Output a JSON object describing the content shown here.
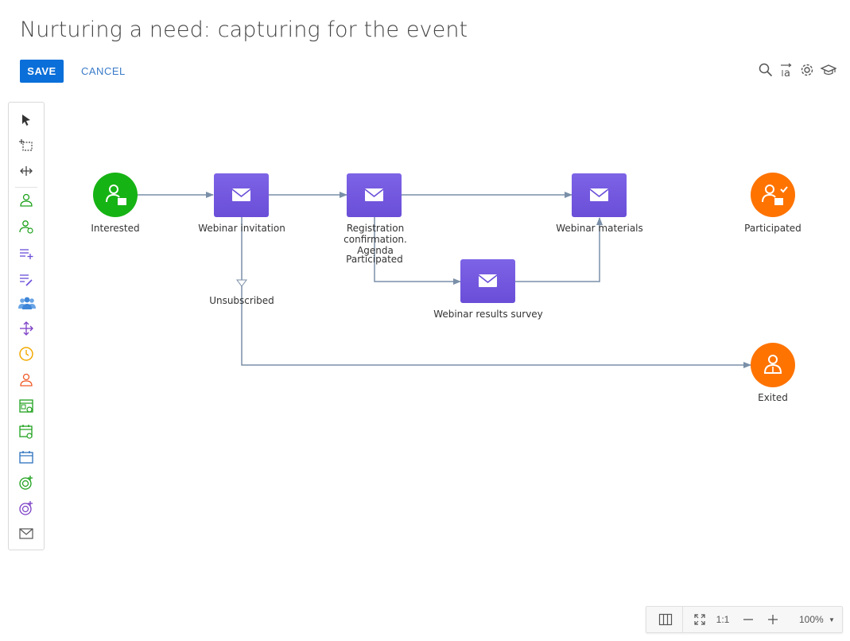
{
  "page": {
    "title": "Nurturing a need: capturing for the event"
  },
  "toolbar": {
    "save_label": "SAVE",
    "cancel_label": "CANCEL",
    "icons": [
      "search-icon",
      "text-format-icon",
      "settings-gear-icon",
      "academy-cap-icon"
    ]
  },
  "palette": {
    "tools": [
      "pointer-arrow-icon",
      "lasso-select-icon",
      "pan-move-icon",
      "audience-user-icon",
      "audience-user-gear-icon",
      "add-to-list-icon",
      "edit-list-icon",
      "group-users-icon",
      "split-arrows-icon",
      "timer-clock-icon",
      "user-exit-icon",
      "landing-page-icon",
      "event-calendar-user-icon",
      "calendar-icon",
      "add-target-icon",
      "remove-target-icon",
      "email-envelope-icon"
    ]
  },
  "flow": {
    "nodes": {
      "interested": {
        "label": "Interested",
        "kind": "audience"
      },
      "webinar_invitation": {
        "label": "Webinar invitation",
        "kind": "email"
      },
      "registration": {
        "label": "Registration confirmation. Agenda",
        "kind": "email"
      },
      "webinar_materials": {
        "label": "Webinar materials",
        "kind": "email"
      },
      "participated_end": {
        "label": "Participated",
        "kind": "exit-success"
      },
      "results_survey": {
        "label": "Webinar results survey",
        "kind": "email"
      },
      "exited": {
        "label": "Exited",
        "kind": "exit"
      }
    },
    "edge_labels": {
      "participated": "Participated",
      "unsubscribed": "Unsubscribed"
    }
  },
  "zoom": {
    "ratio_label": "1:1",
    "zoom_label": "100%"
  },
  "colors": {
    "accent": "#0a6fd9",
    "start_green": "#16b314",
    "exit_orange": "#ff7300",
    "email_purple": "#6f54dc",
    "connector": "#7a8fa8"
  }
}
